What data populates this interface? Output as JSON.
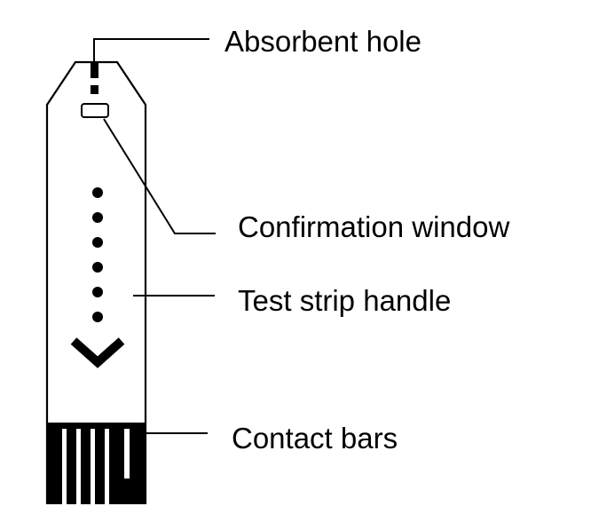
{
  "labels": {
    "absorbent_hole": "Absorbent hole",
    "confirmation_window": "Confirmation window",
    "test_strip_handle": "Test strip handle",
    "contact_bars": "Contact bars"
  },
  "colors": {
    "ink": "#000000",
    "background": "#ffffff"
  }
}
